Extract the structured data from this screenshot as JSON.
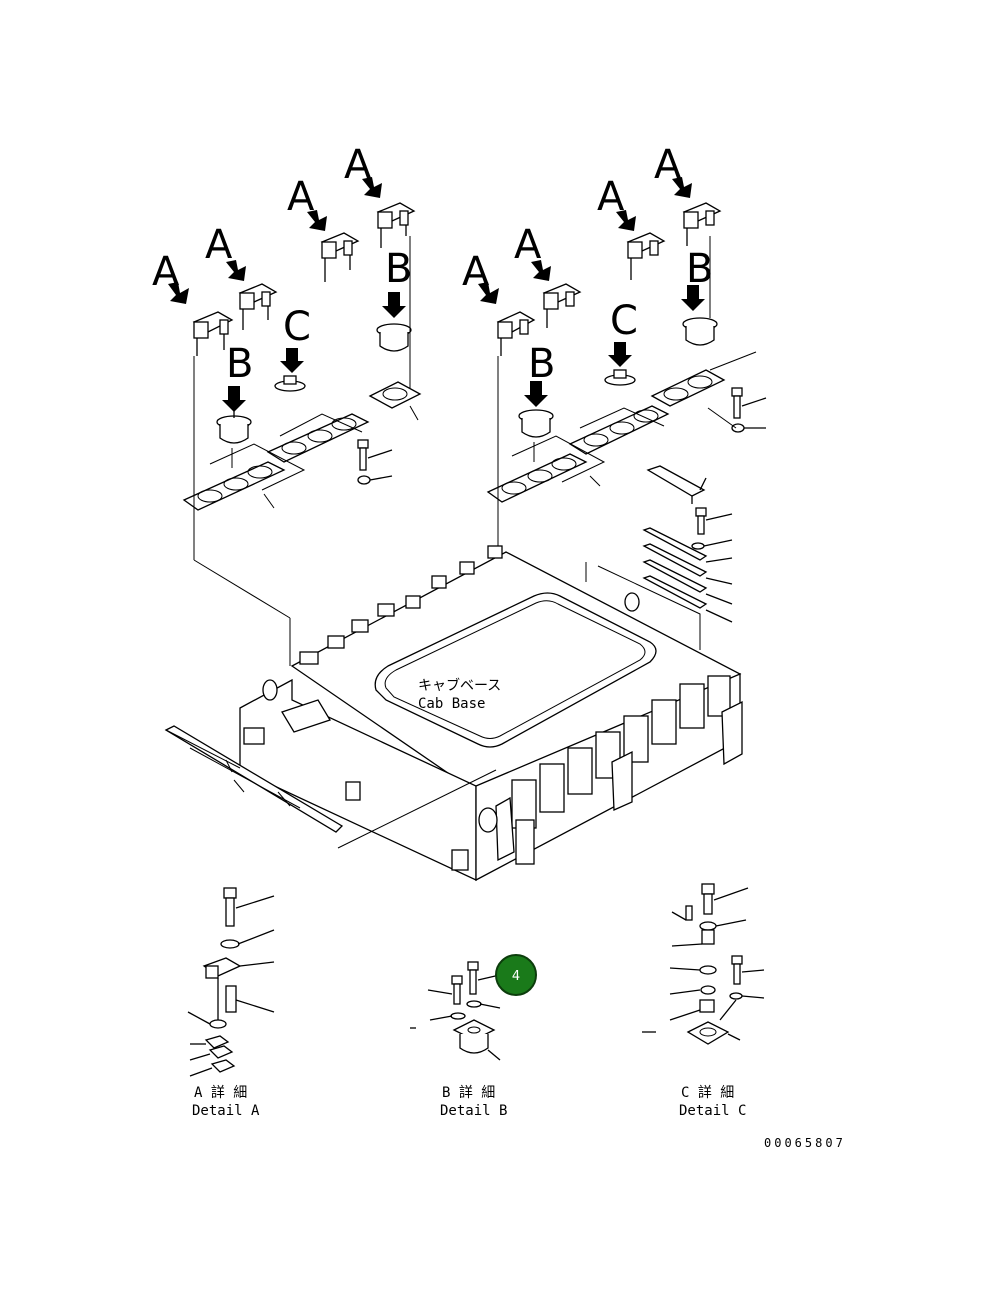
{
  "detail_marker_labels": [
    "A",
    "A",
    "A",
    "A",
    "A",
    "A",
    "A",
    "A",
    "B",
    "B",
    "B",
    "B",
    "C",
    "C"
  ],
  "cab_base_label_jp": "キャブベース",
  "cab_base_label_en": "Cab Base",
  "details": [
    {
      "jp": "A 詳 細",
      "en": "Detail A"
    },
    {
      "jp": "B 詳 細",
      "en": "Detail B"
    },
    {
      "jp": "C 詳 細",
      "en": "Detail C"
    }
  ],
  "callout": {
    "number": "4",
    "color": "#1a7a1a"
  },
  "drawing_number": "00065807"
}
